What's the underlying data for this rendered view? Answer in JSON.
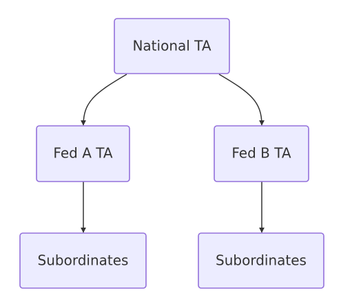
{
  "diagram": {
    "nodes": [
      {
        "id": "national",
        "label": "National TA"
      },
      {
        "id": "fed_a",
        "label": "Fed A TA"
      },
      {
        "id": "fed_b",
        "label": "Fed B TA"
      },
      {
        "id": "sub_a",
        "label": "Subordinates"
      },
      {
        "id": "sub_b",
        "label": "Subordinates"
      }
    ],
    "edges": [
      {
        "from": "national",
        "to": "fed_a"
      },
      {
        "from": "national",
        "to": "fed_b"
      },
      {
        "from": "fed_a",
        "to": "sub_a"
      },
      {
        "from": "fed_b",
        "to": "sub_b"
      }
    ],
    "colors": {
      "node_fill": "#ECECFF",
      "node_stroke": "#9370DB",
      "edge": "#333333",
      "text": "#333333"
    }
  }
}
